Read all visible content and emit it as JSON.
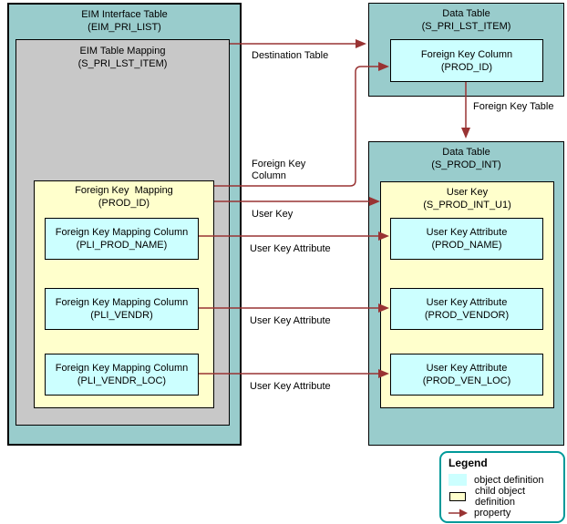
{
  "colors": {
    "object_definition_fill": "#CCFFFF",
    "child_object_definition_fill": "#FFFFCC",
    "table_fill": "#99CCCC",
    "mapping_fill": "#C8C8C8",
    "property_arrow": "#993333",
    "legend_border": "#009999"
  },
  "diagram": {
    "eim_interface_table": {
      "title": "EIM Interface Table",
      "subtitle": "(EIM_PRI_LIST)"
    },
    "eim_table_mapping": {
      "title": "EIM Table Mapping",
      "subtitle": "(S_PRI_LST_ITEM)"
    },
    "foreign_key_mapping": {
      "title": "Foreign Key  Mapping",
      "subtitle": "(PROD_ID)"
    },
    "foreign_key_mapping_columns": [
      {
        "title": "Foreign Key Mapping Column",
        "subtitle": "(PLI_PROD_NAME)"
      },
      {
        "title": "Foreign Key Mapping Column",
        "subtitle": "(PLI_VENDR)"
      },
      {
        "title": "Foreign Key Mapping Column",
        "subtitle": "(PLI_VENDR_LOC)"
      }
    ],
    "data_table_top": {
      "title": "Data Table",
      "subtitle": "(S_PRI_LST_ITEM)"
    },
    "foreign_key_column": {
      "title": "Foreign Key Column",
      "subtitle": "(PROD_ID)"
    },
    "data_table_bottom": {
      "title": "Data Table",
      "subtitle": "(S_PROD_INT)"
    },
    "user_key": {
      "title": "User Key",
      "subtitle": "(S_PROD_INT_U1)"
    },
    "user_key_attributes": [
      {
        "title": "User Key Attribute",
        "subtitle": "(PROD_NAME)"
      },
      {
        "title": "User Key Attribute",
        "subtitle": "(PROD_VENDOR)"
      },
      {
        "title": "User Key Attribute",
        "subtitle": "(PROD_VEN_LOC)"
      }
    ],
    "connector_labels": {
      "destination_table": "Destination Table",
      "foreign_key_column": "Foreign Key\nColumn",
      "foreign_key_table": "Foreign Key Table",
      "user_key": "User Key",
      "user_key_attribute": "User Key Attribute"
    }
  },
  "legend": {
    "title": "Legend",
    "items": [
      {
        "label": "object definition"
      },
      {
        "label": "child object definition"
      },
      {
        "label": "property"
      }
    ]
  }
}
